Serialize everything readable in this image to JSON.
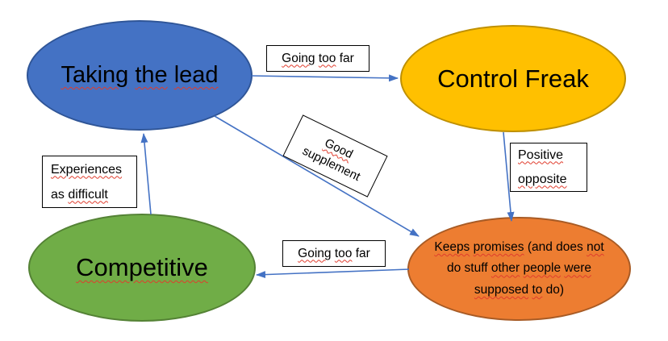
{
  "colors": {
    "background": "#FFFFFF",
    "node_blue": "#4472C4",
    "node_blue_border": "#2F5597",
    "node_gold": "#FFC000",
    "node_gold_border": "#BF9000",
    "node_green": "#70AD47",
    "node_green_border": "#548235",
    "node_orange": "#ED7D31",
    "node_orange_border": "#A85B25",
    "arrow": "#4472C4",
    "squiggle": "#E03C2D",
    "label_box_border": "#000000"
  },
  "diagram": {
    "nodes": {
      "taking_the_lead": {
        "label": "Taking the lead",
        "segments": [
          {
            "t": "Taking",
            "w": true
          },
          {
            "t": " ",
            "w": false
          },
          {
            "t": "the",
            "w": true
          },
          {
            "t": " ",
            "w": false
          },
          {
            "t": "lead",
            "w": true
          }
        ]
      },
      "control_freak": {
        "label": "Control Freak"
      },
      "competitive": {
        "label": "Competitive",
        "segments": [
          {
            "t": "Competitive",
            "w": true
          }
        ]
      },
      "keeps_promises": {
        "label": "Keeps promises (and does not do stuff other people were supposed to do)",
        "segments": [
          {
            "t": "Keeps",
            "w": true
          },
          {
            "t": " ",
            "w": false
          },
          {
            "t": "promises",
            "w": true
          },
          {
            "t": " (and does ",
            "w": false
          },
          {
            "t": "not",
            "w": true
          },
          {
            "t": "\n",
            "w": false
          },
          {
            "t": "do stuff ",
            "w": false
          },
          {
            "t": "other",
            "w": true
          },
          {
            "t": " ",
            "w": false
          },
          {
            "t": "people",
            "w": true
          },
          {
            "t": " ",
            "w": false
          },
          {
            "t": "were",
            "w": true
          },
          {
            "t": "\n",
            "w": false
          },
          {
            "t": "supposed",
            "w": true
          },
          {
            "t": " ",
            "w": false
          },
          {
            "t": "to",
            "w": true
          },
          {
            "t": " do)",
            "w": false
          }
        ]
      }
    },
    "edge_labels": {
      "going_too_far_top": {
        "label": "Going too far",
        "segments": [
          {
            "t": "Going",
            "w": true
          },
          {
            "t": " ",
            "w": false
          },
          {
            "t": "too",
            "w": true
          },
          {
            "t": " far",
            "w": false
          }
        ]
      },
      "good_supplement": {
        "label": "Good supplement",
        "segments": [
          {
            "t": "Good",
            "w": true
          },
          {
            "t": "\n",
            "w": false
          },
          {
            "t": "supplement",
            "w": false
          }
        ]
      },
      "positive_opposite": {
        "label": "Positive opposite",
        "segments": [
          {
            "t": "Positive",
            "w": true
          },
          {
            "t": "\n",
            "w": false
          },
          {
            "t": "opposite",
            "w": true
          }
        ]
      },
      "experiences_as_difficult": {
        "label": "Experiences as difficult",
        "segments": [
          {
            "t": "Experiences",
            "w": true
          },
          {
            "t": "\n",
            "w": false
          },
          {
            "t": "as ",
            "w": false
          },
          {
            "t": "difficult",
            "w": true
          }
        ]
      },
      "going_too_far_bottom": {
        "label": "Going too far",
        "segments": [
          {
            "t": "Going",
            "w": true
          },
          {
            "t": " ",
            "w": false
          },
          {
            "t": "too",
            "w": true
          },
          {
            "t": " far",
            "w": false
          }
        ]
      }
    },
    "edges": [
      {
        "from": "taking_the_lead",
        "to": "control_freak",
        "label": "Going too far"
      },
      {
        "from": "taking_the_lead",
        "to": "keeps_promises",
        "label": "Good supplement"
      },
      {
        "from": "control_freak",
        "to": "keeps_promises",
        "label": "Positive opposite"
      },
      {
        "from": "keeps_promises",
        "to": "competitive",
        "label": "Going too far"
      },
      {
        "from": "competitive",
        "to": "taking_the_lead",
        "label": "Experiences as difficult"
      }
    ]
  }
}
